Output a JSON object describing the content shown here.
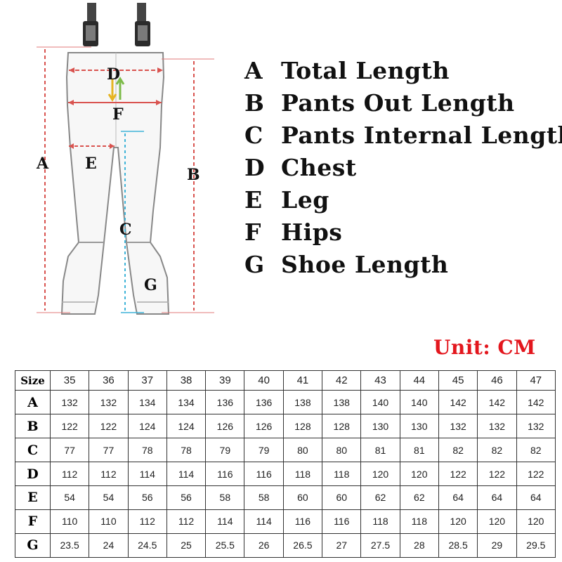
{
  "diagram": {
    "labels": {
      "a": "A",
      "b": "B",
      "c": "C",
      "d": "D",
      "e": "E",
      "f": "F",
      "g": "G"
    }
  },
  "legend": [
    {
      "key": "A",
      "text": "Total Length"
    },
    {
      "key": "B",
      "text": "Pants Out Length"
    },
    {
      "key": "C",
      "text": "Pants Internal Length"
    },
    {
      "key": "D",
      "text": "Chest"
    },
    {
      "key": "E",
      "text": "Leg"
    },
    {
      "key": "F",
      "text": "Hips"
    },
    {
      "key": "G",
      "text": "Shoe Length"
    }
  ],
  "unit_label": "Unit: CM",
  "colors": {
    "accent": "#e3161d",
    "marker": "#d9534f",
    "cyan": "#3fb4d8"
  },
  "size_table": {
    "header_label": "Size",
    "sizes": [
      "35",
      "36",
      "37",
      "38",
      "39",
      "40",
      "41",
      "42",
      "43",
      "44",
      "45",
      "46",
      "47"
    ],
    "rows": [
      {
        "key": "A",
        "values": [
          "132",
          "132",
          "134",
          "134",
          "136",
          "136",
          "138",
          "138",
          "140",
          "140",
          "142",
          "142",
          "142"
        ]
      },
      {
        "key": "B",
        "values": [
          "122",
          "122",
          "124",
          "124",
          "126",
          "126",
          "128",
          "128",
          "130",
          "130",
          "132",
          "132",
          "132"
        ]
      },
      {
        "key": "C",
        "values": [
          "77",
          "77",
          "78",
          "78",
          "79",
          "79",
          "80",
          "80",
          "81",
          "81",
          "82",
          "82",
          "82"
        ]
      },
      {
        "key": "D",
        "values": [
          "112",
          "112",
          "114",
          "114",
          "116",
          "116",
          "118",
          "118",
          "120",
          "120",
          "122",
          "122",
          "122"
        ]
      },
      {
        "key": "E",
        "values": [
          "54",
          "54",
          "56",
          "56",
          "58",
          "58",
          "60",
          "60",
          "62",
          "62",
          "64",
          "64",
          "64"
        ]
      },
      {
        "key": "F",
        "values": [
          "110",
          "110",
          "112",
          "112",
          "114",
          "114",
          "116",
          "116",
          "118",
          "118",
          "120",
          "120",
          "120"
        ]
      },
      {
        "key": "G",
        "values": [
          "23.5",
          "24",
          "24.5",
          "25",
          "25.5",
          "26",
          "26.5",
          "27",
          "27.5",
          "28",
          "28.5",
          "29",
          "29.5"
        ]
      }
    ]
  }
}
